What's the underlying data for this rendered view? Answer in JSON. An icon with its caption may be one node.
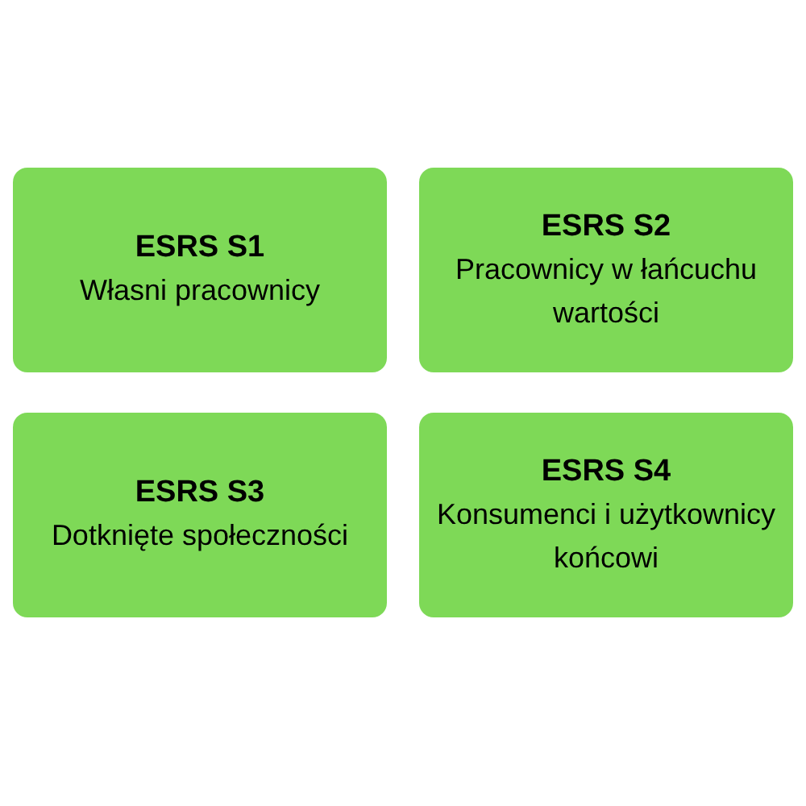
{
  "diagram": {
    "nodes": [
      {
        "text": [
          "ESRS S1",
          "Własni pracownicy"
        ]
      },
      {
        "text": [
          "ESRS S2",
          "Pracownicy w łańcuchu wartości"
        ]
      },
      {
        "text": [
          "ESRS S3",
          "Dotknięte społeczności"
        ]
      },
      {
        "text": [
          "ESRS S4",
          "Konsumenci i użytkownicy końcowi"
        ]
      }
    ]
  }
}
